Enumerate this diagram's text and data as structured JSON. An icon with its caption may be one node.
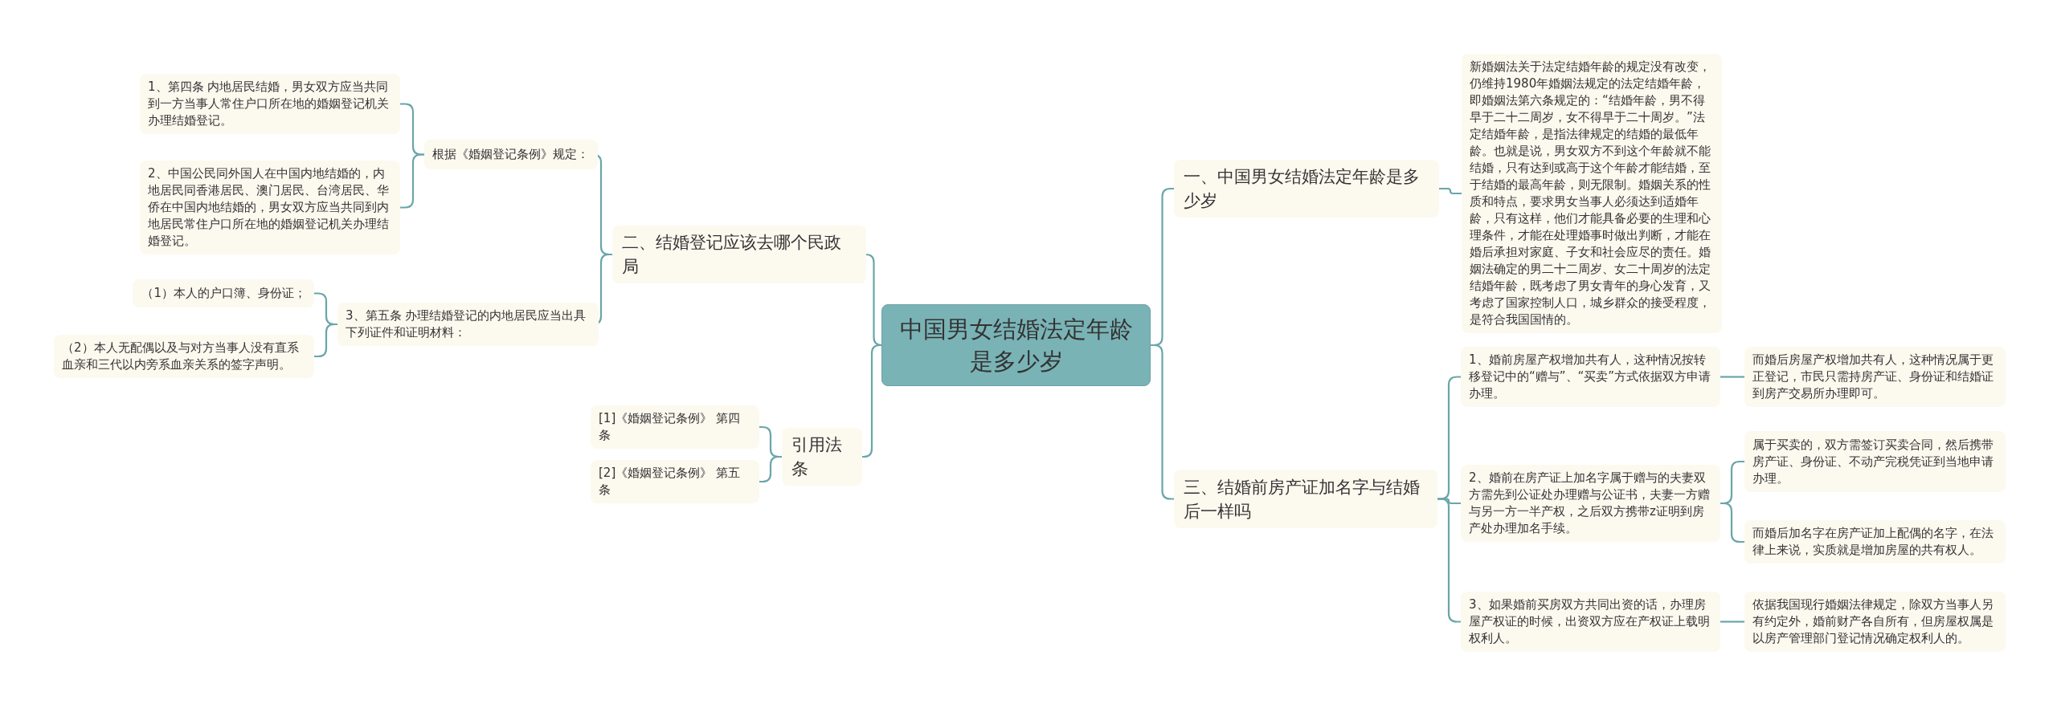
{
  "diagram": {
    "nodes": [
      {
        "text": [
          "中国男女结婚法定年龄是多少岁"
        ]
      },
      {
        "text": [
          "一、中国男女结婚法定年龄是多少岁"
        ]
      },
      {
        "text": [
          "新婚姻法关于法定结婚年龄的规定没有改变，仍维持1980年婚姻法规定的法定结婚年龄，即婚姻法第六条规定的：“结婚年龄，男不得早于二十二周岁，女不得早于二十周岁。”法定结婚年龄，是指法律规定的结婚的最低年龄。也就是说，男女双方不到这个年龄就不能结婚，只有达到或高于这个年龄才能结婚，至于结婚的最高年龄，则无限制。婚姻关系的性质和特点，要求男女当事人必须达到适婚年龄，只有这样，他们才能具备必要的生理和心理条件，才能在处理婚事时做出判断，才能在婚后承担对家庭、子女和社会应尽的责任。婚姻法确定的男二十二周岁、女二十周岁的法定结婚年龄，既考虑了男女青年的身心发育，又考虑了国家控制人口，城乡群众的接受程度，是符合我国国情的。"
        ]
      },
      {
        "text": [
          "三、结婚前房产证加名字与结婚后一样吗"
        ]
      },
      {
        "text": [
          "1、婚前房屋产权增加共有人，这种情况按转移登记中的“赠与”、“买卖”方式依据双方申请办理。"
        ]
      },
      {
        "text": [
          "而婚后房屋产权增加共有人，这种情况属于更正登记，市民只需持房产证、身份证和结婚证到房产交易所办理即可。"
        ]
      },
      {
        "text": [
          "2、婚前在房产证上加名字属于赠与的夫妻双方需先到公证处办理赠与公证书，夫妻一方赠与另一方一半产权，之后双方携带z证明到房产处办理加名手续。"
        ]
      },
      {
        "text": [
          "属于买卖的，双方需签订买卖合同，然后携带房产证、身份证、不动产完税凭证到当地申请办理。"
        ]
      },
      {
        "text": [
          "而婚后加名字在房产证加上配偶的名字，在法律上来说，实质就是增加房屋的共有权人。"
        ]
      },
      {
        "text": [
          "3、如果婚前买房双方共同出资的话，办理房屋产权证的时候，出资双方应在产权证上载明权利人。"
        ]
      },
      {
        "text": [
          "依据我国现行婚姻法律规定，除双方当事人另有约定外，婚前财产各自所有，但房屋权属是以房产管理部门登记情况确定权利人的。"
        ]
      },
      {
        "text": [
          "二、结婚登记应该去哪个民政局"
        ]
      },
      {
        "text": [
          "根据《婚姻登记条例》规定："
        ]
      },
      {
        "text": [
          "1、第四条 内地居民结婚，男女双方应当共同到一方当事人常住户口所在地的婚姻登记机关办理结婚登记。"
        ]
      },
      {
        "text": [
          "2、中国公民同外国人在中国内地结婚的，内地居民同香港居民、澳门居民、台湾居民、华侨在中国内地结婚的，男女双方应当共同到内地居民常住户口所在地的婚姻登记机关办理结婚登记。"
        ]
      },
      {
        "text": [
          "3、第五条 办理结婚登记的内地居民应当出具下列证件和证明材料："
        ]
      },
      {
        "text": [
          "（1）本人的户口簿、身份证；"
        ]
      },
      {
        "text": [
          "（2）本人无配偶以及与对方当事人没有直系血亲和三代以内旁系血亲关系的签字声明。"
        ]
      },
      {
        "text": [
          "引用法条"
        ]
      },
      {
        "text": [
          "[1]《婚姻登记条例》 第四条"
        ]
      },
      {
        "text": [
          "[2]《婚姻登记条例》 第五条"
        ]
      }
    ],
    "edges": [
      {
        "from": 0,
        "to": 1,
        "arrow": "none"
      },
      {
        "from": 1,
        "to": 2,
        "arrow": "none"
      },
      {
        "from": 0,
        "to": 3,
        "arrow": "none"
      },
      {
        "from": 3,
        "to": 4,
        "arrow": "none"
      },
      {
        "from": 4,
        "to": 5,
        "arrow": "none"
      },
      {
        "from": 3,
        "to": 6,
        "arrow": "none"
      },
      {
        "from": 6,
        "to": 7,
        "arrow": "none"
      },
      {
        "from": 6,
        "to": 8,
        "arrow": "none"
      },
      {
        "from": 3,
        "to": 9,
        "arrow": "none"
      },
      {
        "from": 9,
        "to": 10,
        "arrow": "none"
      },
      {
        "from": 0,
        "to": 11,
        "arrow": "none"
      },
      {
        "from": 11,
        "to": 12,
        "arrow": "none"
      },
      {
        "from": 12,
        "to": 13,
        "arrow": "none"
      },
      {
        "from": 12,
        "to": 14,
        "arrow": "none"
      },
      {
        "from": 11,
        "to": 15,
        "arrow": "none"
      },
      {
        "from": 15,
        "to": 16,
        "arrow": "none"
      },
      {
        "from": 15,
        "to": 17,
        "arrow": "none"
      },
      {
        "from": 0,
        "to": 18,
        "arrow": "none"
      },
      {
        "from": 18,
        "to": 19,
        "arrow": "none"
      },
      {
        "from": 18,
        "to": 20,
        "arrow": "none"
      }
    ]
  }
}
